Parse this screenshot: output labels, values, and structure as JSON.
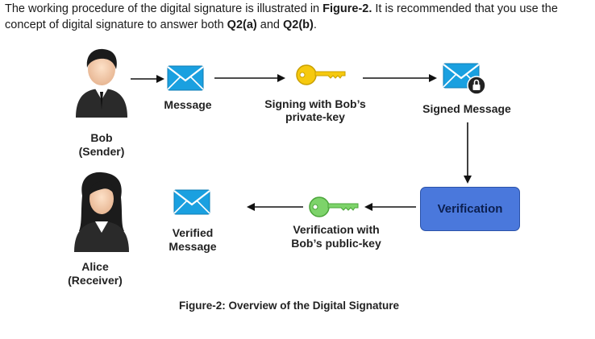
{
  "intro": {
    "part1": "The working procedure of the digital signature is illustrated in ",
    "figure_ref": "Figure-2.",
    "part2": " It is recommended that you use the concept of digital signature to answer both ",
    "q2a": "Q2(a)",
    "and": " and ",
    "q2b": "Q2(b)",
    "end": "."
  },
  "diagram": {
    "sender_name": "Bob",
    "sender_role": "(Sender)",
    "receiver_name": "Alice",
    "receiver_role": "(Receiver)",
    "message_label": "Message",
    "signing_line1": "Signing with Bob’s",
    "signing_line2": "private-key",
    "signed_message_label": "Signed Message",
    "verification_label": "Verification",
    "verify_line1": "Verification with",
    "verify_line2": "Bob’s public-key",
    "verified_line1": "Verified",
    "verified_line2": "Message",
    "colors": {
      "envelope": "#1aa0e0",
      "private_key": "#f6c90e",
      "public_key": "#7dd36a",
      "verification_box": "#4a78dc"
    }
  },
  "caption": "Figure-2: Overview of the Digital Signature"
}
